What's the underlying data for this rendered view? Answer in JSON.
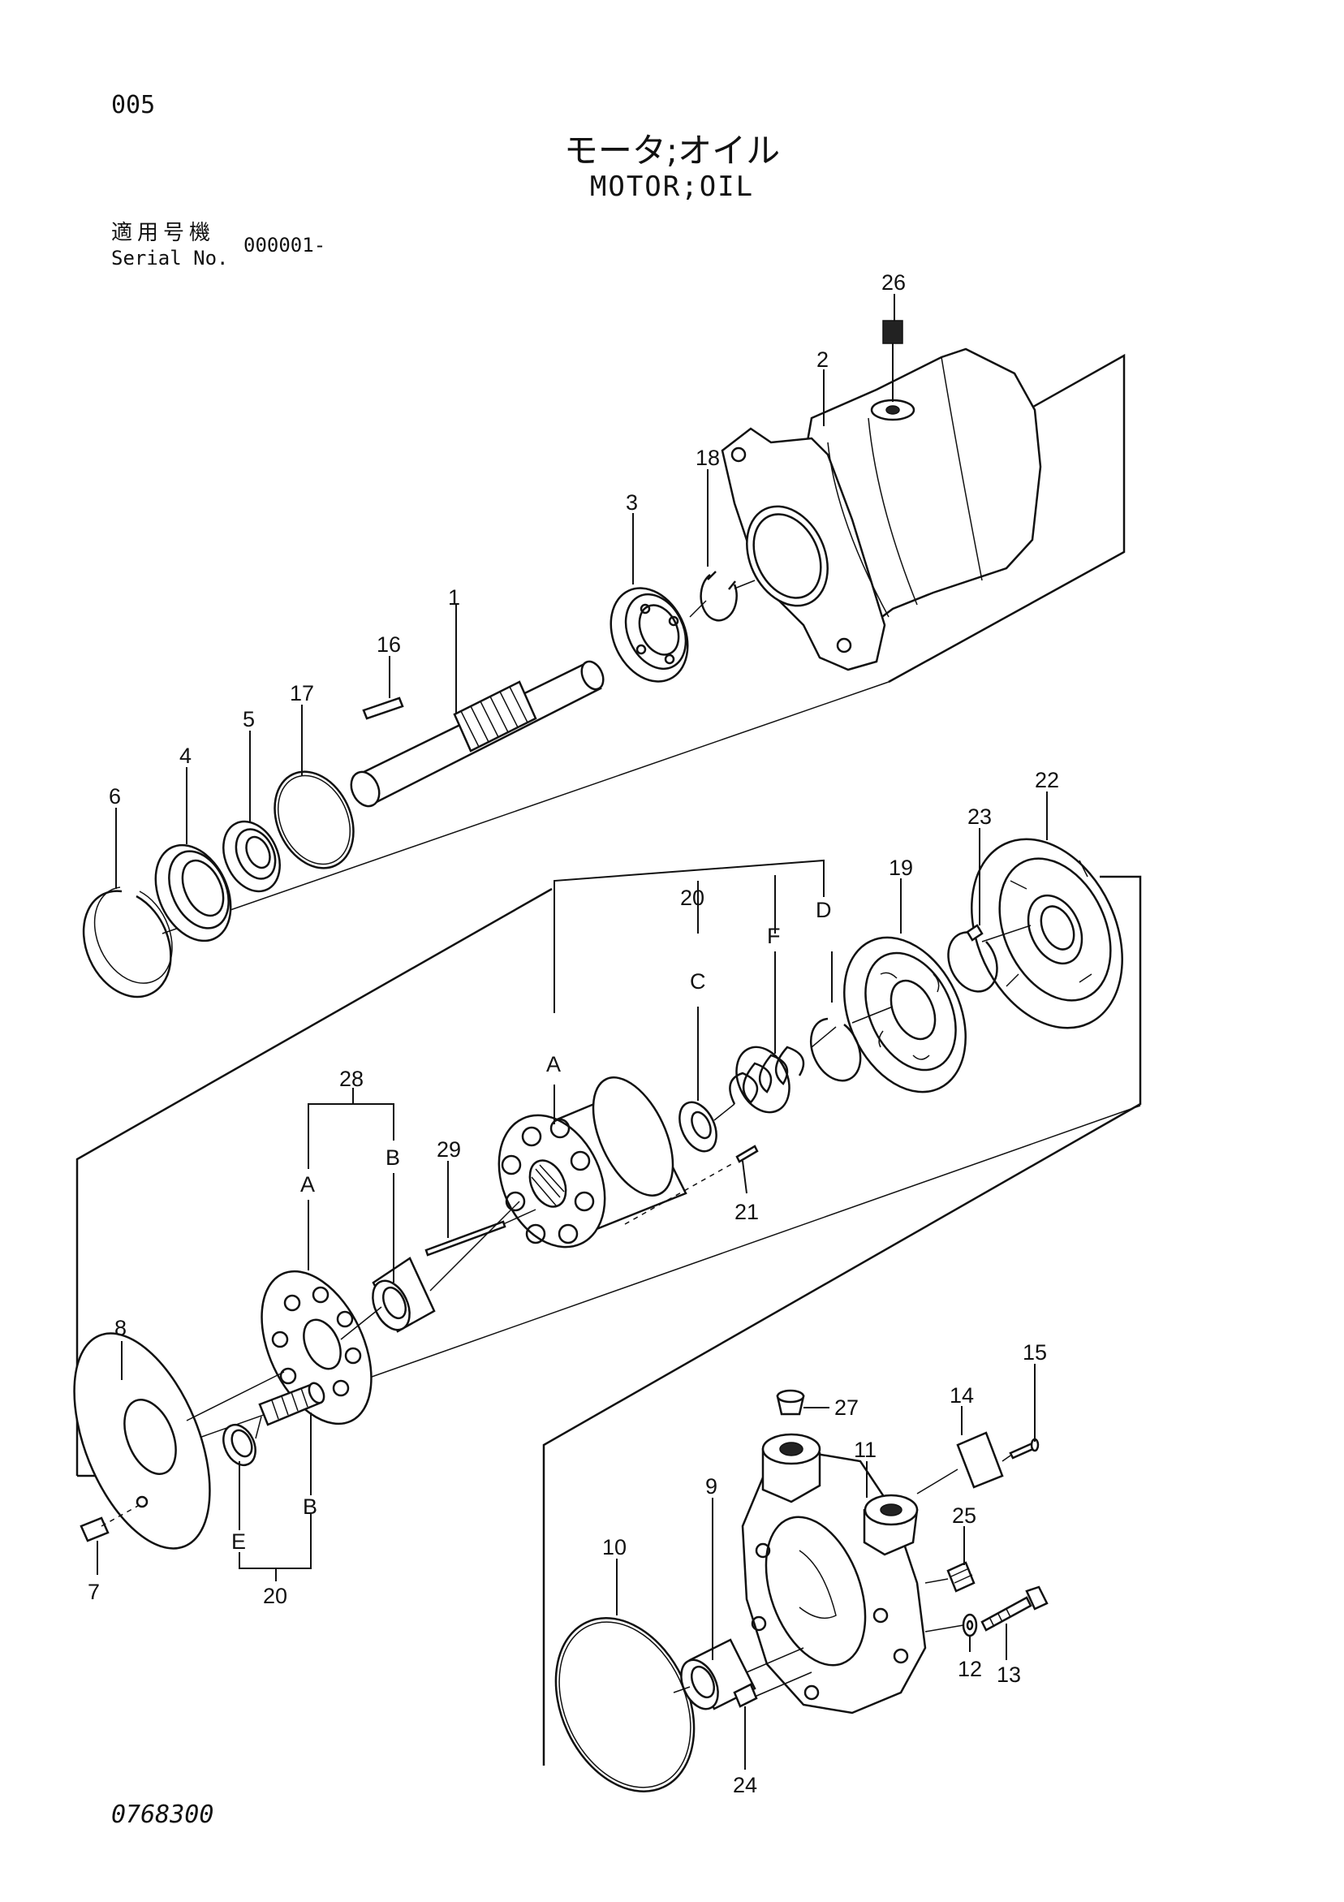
{
  "header": {
    "page_number": "005",
    "title_jp": "モータ;オイル",
    "title_en": "MOTOR;OIL",
    "serial_label_jp": "適用号機",
    "serial_label_en": "Serial No.",
    "serial_value": "000001-"
  },
  "footer": {
    "doc_code": "0768300"
  },
  "callouts": [
    "1",
    "2",
    "3",
    "4",
    "5",
    "6",
    "7",
    "8",
    "9",
    "10",
    "11",
    "12",
    "13",
    "14",
    "15",
    "16",
    "17",
    "18",
    "19",
    "20",
    "20",
    "20",
    "21",
    "22",
    "23",
    "24",
    "25",
    "26",
    "27",
    "28",
    "29"
  ],
  "sub_callouts": [
    "A",
    "A",
    "B",
    "B",
    "C",
    "D",
    "E",
    "F"
  ]
}
